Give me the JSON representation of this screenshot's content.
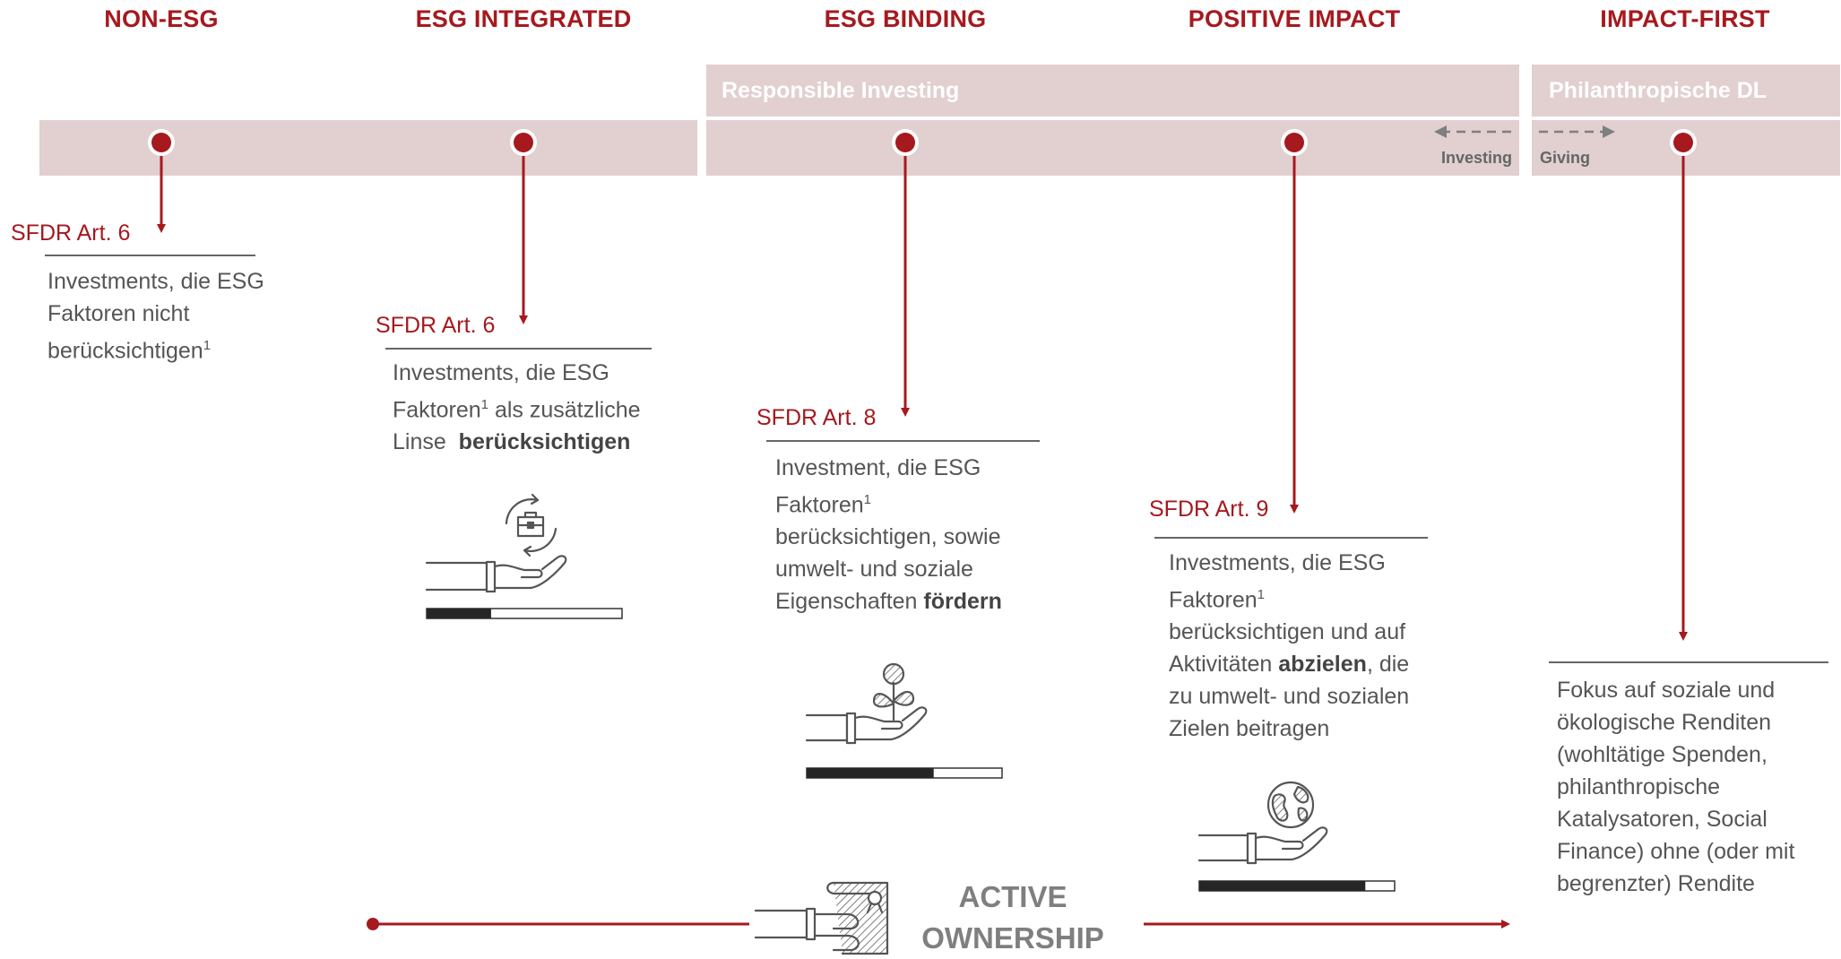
{
  "categories": {
    "non_esg": "NON-ESG",
    "esg_integrated": "ESG INTEGRATED",
    "esg_binding": "ESG BINDING",
    "positive_impact": "POSITIVE IMPACT",
    "impact_first": "IMPACT-FIRST"
  },
  "bands": {
    "responsible_investing": "Responsible Investing",
    "philanthropische": "Philanthropische DL"
  },
  "directions": {
    "investing": "Investing",
    "giving": "Giving"
  },
  "sfdr": {
    "art6_a": "SFDR Art. 6",
    "art6_b": "SFDR Art. 6",
    "art8": "SFDR Art. 8",
    "art9": "SFDR Art. 9"
  },
  "descriptions": {
    "non_esg": {
      "l1": "Investments, die ESG",
      "l2": "Faktoren nicht",
      "l3": "berücksichtigen",
      "sup": "1"
    },
    "esg_integrated": {
      "l1": "Investments, die ESG",
      "l2a": "Faktoren",
      "sup": "1",
      "l2b": " als zusätzliche",
      "l3a": "Linse  ",
      "l3b": "berücksichtigen"
    },
    "esg_binding": {
      "l1": "Investment, die ESG",
      "l2": "Faktoren",
      "sup": "1",
      "l3": "berücksichtigen, sowie",
      "l4": "umwelt- und soziale",
      "l5a": "Eigenschaften ",
      "l5b": "fördern"
    },
    "positive_impact": {
      "l1": "Investments, die ESG",
      "l2": "Faktoren",
      "sup": "1",
      "l3": "berücksichtigen und auf",
      "l4a": "Aktivitäten ",
      "l4b": "abzielen",
      "l4c": ", die",
      "l5": "zu umwelt- und sozialen",
      "l6": "Zielen beitragen"
    },
    "impact_first": {
      "l1": "Fokus auf soziale und",
      "l2": "ökologische Renditen",
      "l3": "(wohltätige Spenden,",
      "l4": "philanthropische",
      "l5": "Katalysatoren, Social",
      "l6": "Finance) ohne (oder mit",
      "l7": "begrenzter) Rendite"
    }
  },
  "active_ownership": {
    "l1": "ACTIVE",
    "l2": "OWNERSHIP"
  },
  "progress": {
    "esg_integrated": 0.33,
    "esg_binding": 0.65,
    "positive_impact": 0.85
  },
  "colors": {
    "accent": "#a6191e",
    "band": "#e2cfd0",
    "text": "#555555",
    "category": "#a6191e"
  }
}
